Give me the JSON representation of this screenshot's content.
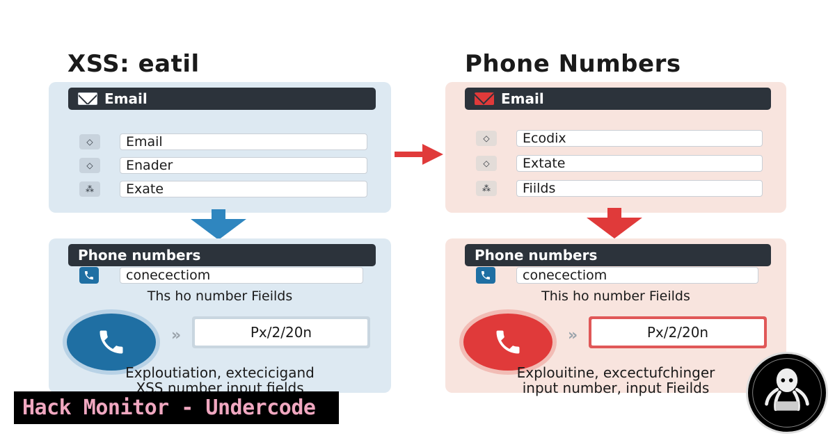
{
  "left": {
    "title": "XSS: eatil",
    "top_panel": {
      "header": "Email",
      "rows": [
        {
          "icon": "diamond-icon",
          "value": "Email"
        },
        {
          "icon": "diamond-icon",
          "value": "Enader"
        },
        {
          "icon": "people-icon",
          "value": "Exate"
        }
      ]
    },
    "bottom_panel": {
      "header": "Phone numbers",
      "phone_field": "conecectiom",
      "description": "Ths ho number Fieilds",
      "output_value": "Px/2/20n",
      "footer_line1": "Exploutiation, extecicigand",
      "footer_line2": "XSS number input fields"
    }
  },
  "right": {
    "title": "Phone Numbers",
    "top_panel": {
      "header": "Email",
      "rows": [
        {
          "icon": "diamond-icon",
          "value": "Ecodix"
        },
        {
          "icon": "diamond-icon",
          "value": "Extate"
        },
        {
          "icon": "people-icon",
          "value": "Fiilds"
        }
      ]
    },
    "bottom_panel": {
      "header": "Phone numbers",
      "phone_field": "conecectiom",
      "description": "This ho number Fieilds",
      "output_value": "Px/2/20n",
      "footer_line1": "Explouitine, excectufchinger",
      "footer_line2": "input number, input Fieilds"
    }
  },
  "chevrons": "»",
  "brand_text": "Hack Monitor - Undercode",
  "colors": {
    "blue_panel": "#dde9f2",
    "red_panel": "#f8e4de",
    "dark_bar": "#2c333b",
    "blue_accent": "#1f6fa3",
    "red_accent": "#e03a3a",
    "brand_text": "#f0a7c0"
  }
}
